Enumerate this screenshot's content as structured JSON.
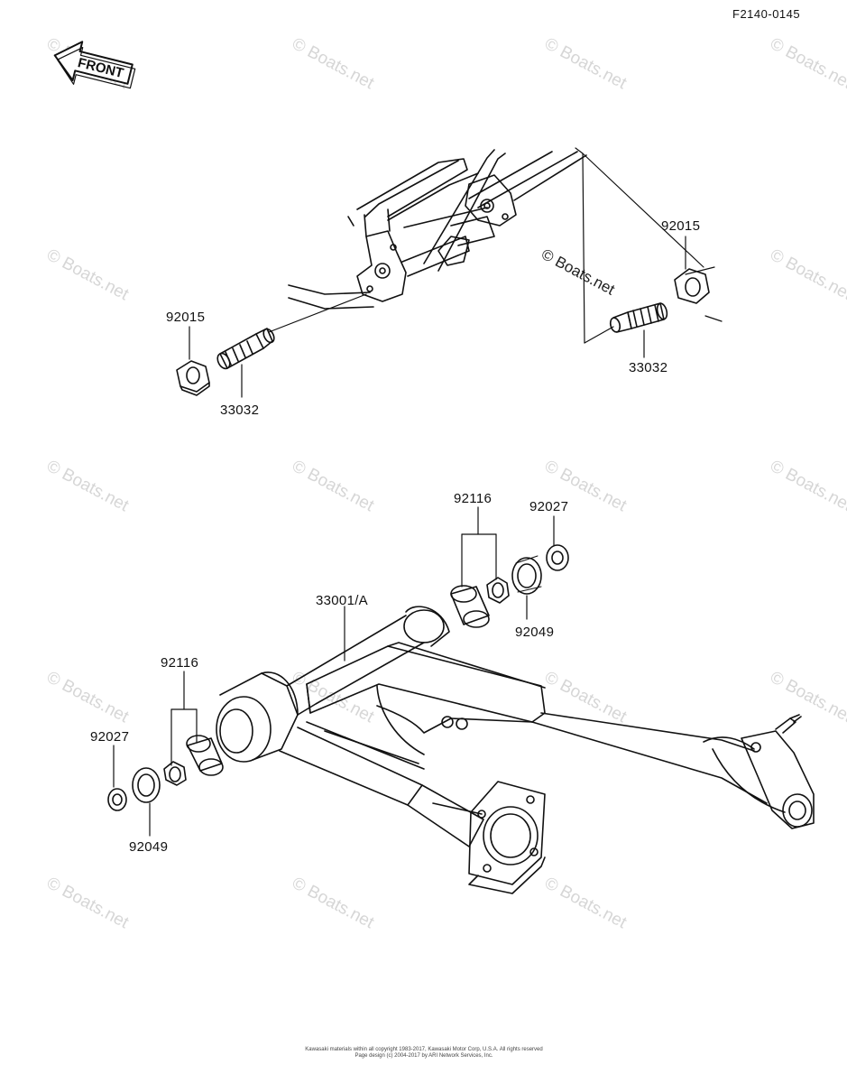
{
  "diagram_code": "F2140-0145",
  "front_label": "FRONT",
  "watermark": "© Boats.net",
  "parts": {
    "nut_left": "92015",
    "pivot_left": "33032",
    "nut_right": "92015",
    "pivot_right": "33032",
    "swingarm": "33001/A",
    "bearing_right": "92116",
    "cap_right": "92027",
    "seal_right": "92049",
    "bearing_left": "92116",
    "cap_left": "92027",
    "seal_left": "92049"
  },
  "copyright": {
    "line1": "Kawasaki materials within all copyright 1983-2017, Kawasaki Motor Corp, U.S.A. All rights reserved",
    "line2": "Page design (c) 2004-2017 by ARI Network Services, Inc."
  }
}
